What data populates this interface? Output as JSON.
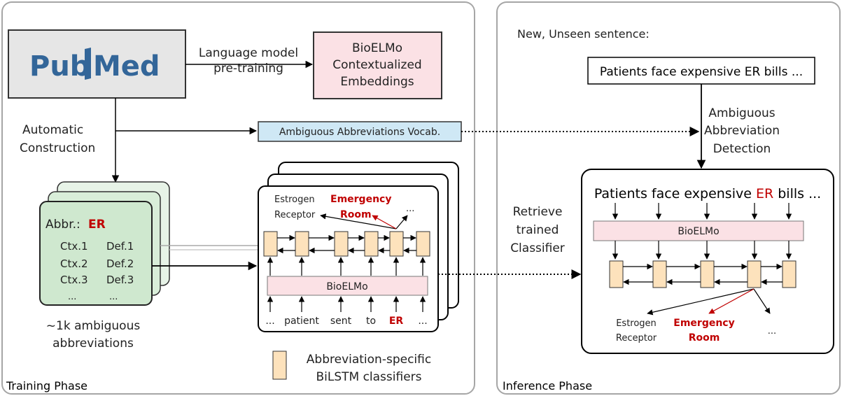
{
  "training": {
    "phase_label": "Training Phase",
    "pubmed_pub": "Pub",
    "pubmed_med": "Med",
    "lm_line1": "Language model",
    "lm_line2": "pre-training",
    "bioelmo_line1": "BioELMo",
    "bioelmo_line2": "Contextualized",
    "bioelmo_line3": "Embeddings",
    "auto_line1": "Automatic",
    "auto_line2": "Construction",
    "vocab": "Ambiguous Abbreviations Vocab.",
    "abbr_prefix": "Abbr.:",
    "abbr_value": "ER",
    "ctx": [
      "Ctx.1",
      "Ctx.2",
      "Ctx.3",
      "..."
    ],
    "defs": [
      "Def.1",
      "Def.2",
      "Def.3",
      "..."
    ],
    "count_line1": "~1k ambiguous",
    "count_line2": "abbreviations",
    "estrogen_line1": "Estrogen",
    "estrogen_line2": "Receptor",
    "emergency_line1": "Emergency",
    "emergency_line2": "Room",
    "dots": "...",
    "bioelmo_bar": "BioELMo",
    "tokens": [
      "...",
      "patient",
      "sent",
      "to",
      "ER",
      "..."
    ],
    "legend_line1": "Abbreviation-specific",
    "legend_line2": "BiLSTM classifiers"
  },
  "inference": {
    "phase_label": "Inference Phase",
    "new_sentence_label": "New, Unseen sentence:",
    "sentence": "Patients face expensive ER bills ...",
    "sentence_prefix": "Patients face expensive ",
    "sentence_abbr": "ER",
    "sentence_suffix": " bills ...",
    "detect_line1": "Ambiguous",
    "detect_line2": "Abbreviation",
    "detect_line3": "Detection",
    "retrieve_line1": "Retrieve",
    "retrieve_line2": "trained",
    "retrieve_line3": "Classifier",
    "bioelmo_bar": "BioELMo",
    "estrogen_line1": "Estrogen",
    "estrogen_line2": "Receptor",
    "emergency_line1": "Emergency",
    "emergency_line2": "Room",
    "dots": "..."
  },
  "colors": {
    "abbr_red": "#c00000",
    "pink": "#fbe1e5",
    "blue": "#cfe8f5",
    "green": "#cfe8cf",
    "cell": "#fde2bc",
    "pubmed_blue": "#336699"
  }
}
